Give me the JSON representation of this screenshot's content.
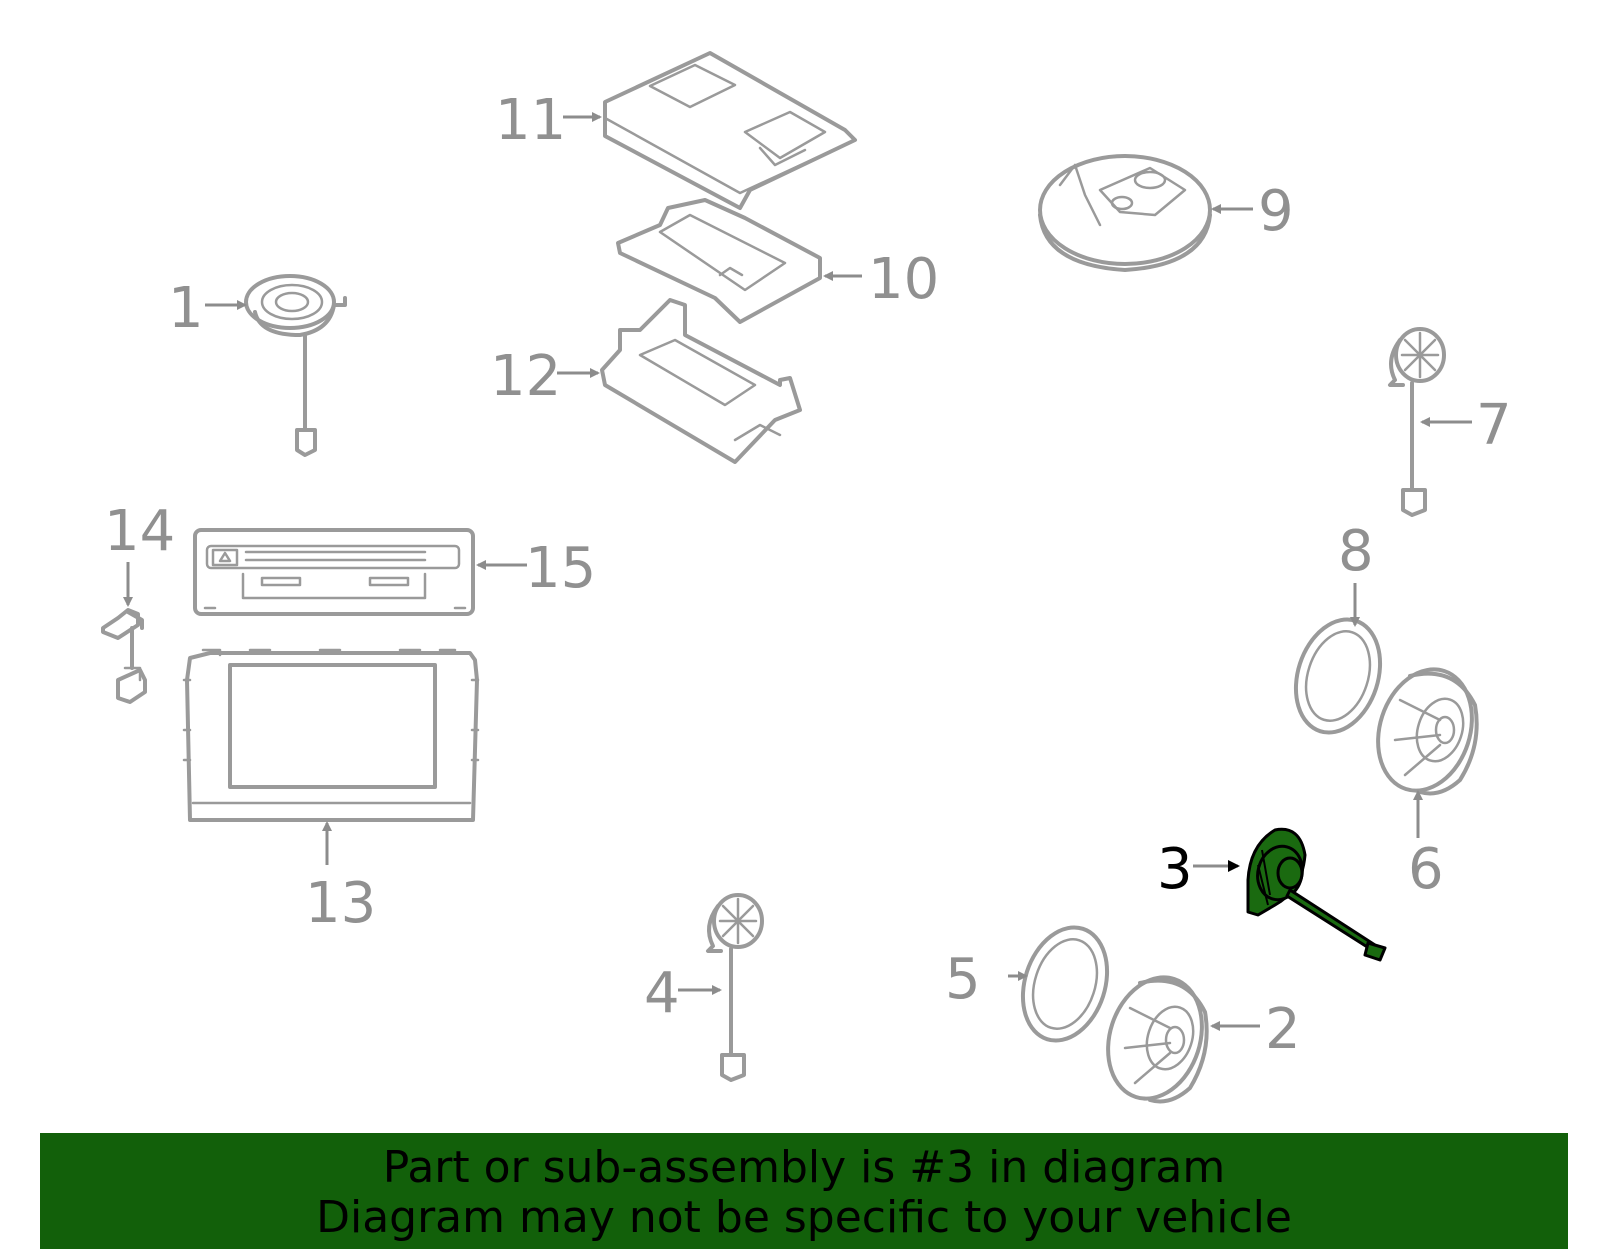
{
  "diagram": {
    "highlighted_part": "3",
    "highlight_color": "#1a6a10",
    "callouts": {
      "c1": "1",
      "c2": "2",
      "c3": "3",
      "c4": "4",
      "c5": "5",
      "c6": "6",
      "c7": "7",
      "c8": "8",
      "c9": "9",
      "c10": "10",
      "c11": "11",
      "c12": "12",
      "c13": "13",
      "c14": "14",
      "c15": "15"
    }
  },
  "banner": {
    "background": "#12600a",
    "line1": "Part or sub-assembly is #3 in diagram",
    "line2": "Diagram may not be specific to your vehicle"
  }
}
